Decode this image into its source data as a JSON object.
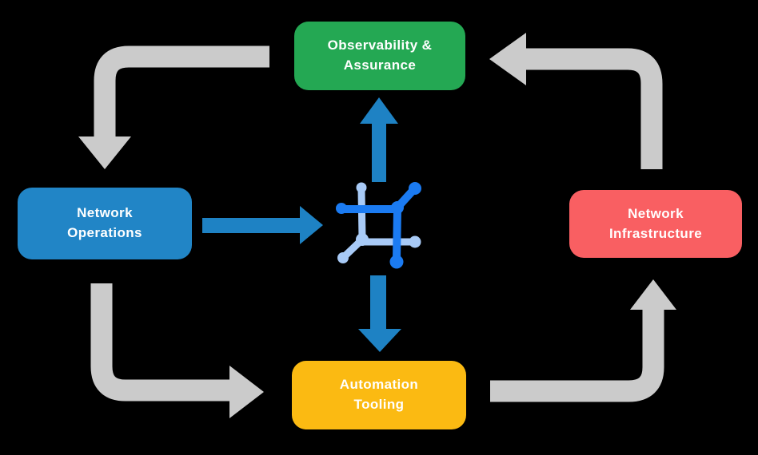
{
  "colors": {
    "background": "#000000",
    "arrow_gray": "#CBCBCB",
    "arrow_blue": "#1E82C4",
    "icon_dark_blue": "#1B7BF2",
    "icon_light_blue": "#A8CAF6"
  },
  "nodes": [
    {
      "id": "observability-assurance",
      "label": "Observability &\nAssurance",
      "color": "#24A853",
      "text_color": "#FFFFFF"
    },
    {
      "id": "network-operations",
      "label": "Network\nOperations",
      "color": "#2185C6",
      "text_color": "#FFFFFF"
    },
    {
      "id": "network-infrastructure",
      "label": "Network\nInfrastructure",
      "color": "#F95F62",
      "text_color": "#FFFFFF"
    },
    {
      "id": "automation-tooling",
      "label": "Automation\nTooling",
      "color": "#FBBA12",
      "text_color": "#FFFFFF"
    }
  ],
  "center_icon": {
    "name": "network-automation-icon"
  },
  "flows": [
    {
      "from": "observability-assurance",
      "to": "network-operations",
      "style": "gray-elbow-arrow"
    },
    {
      "from": "network-operations",
      "to": "automation-tooling",
      "style": "gray-elbow-arrow"
    },
    {
      "from": "automation-tooling",
      "to": "network-infrastructure",
      "style": "gray-elbow-arrow"
    },
    {
      "from": "network-infrastructure",
      "to": "observability-assurance",
      "style": "gray-elbow-arrow"
    },
    {
      "from": "network-operations",
      "to": "center-icon",
      "style": "blue-straight-arrow"
    },
    {
      "from": "center-icon",
      "to": "observability-assurance",
      "style": "blue-straight-arrow"
    },
    {
      "from": "center-icon",
      "to": "automation-tooling",
      "style": "blue-straight-arrow"
    }
  ]
}
